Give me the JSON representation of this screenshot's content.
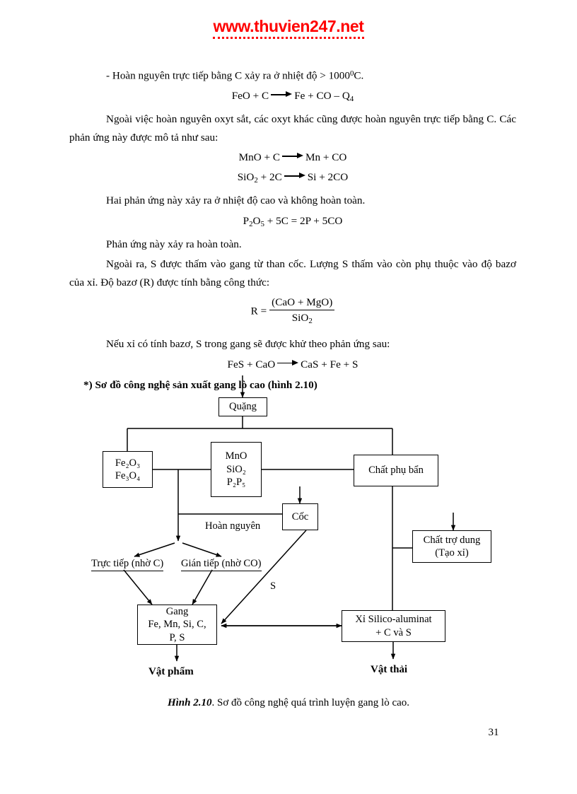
{
  "header": {
    "url": "www.thuvien247.net"
  },
  "body": {
    "line_1": "- Hoàn nguyên trực tiếp bằng C xảy ra ở nhiệt độ > 1000",
    "line_1_sup": "0",
    "line_1_end": "C.",
    "eq_1": {
      "left": "FeO + C",
      "right_a": "Fe + CO – Q",
      "right_sub": "4"
    },
    "para_2": "Ngoài việc hoàn nguyên oxyt sắt, các oxyt khác cũng được hoàn nguyên trực tiếp bằng C. Các phản ứng này được mô tả như sau:",
    "eq_2": {
      "left": "MnO + C",
      "right": "Mn + CO"
    },
    "eq_3": {
      "left_a": "SiO",
      "left_sub": "2",
      "left_b": " + 2C",
      "right": "Si + 2CO"
    },
    "para_3": "Hai phản ứng này xảy ra ở nhiệt độ cao và không hoàn toàn.",
    "eq_4": {
      "a": "P",
      "sub_a": "2",
      "b": "O",
      "sub_b": "5",
      "c": " + 5C = 2P + 5CO"
    },
    "para_4": "Phản ứng này xảy ra hoàn toàn.",
    "para_5": "Ngoài ra, S được thấm vào gang từ than cốc. Lượng S thấm vào còn phụ thuộc vào độ bazơ của xỉ. Độ bazơ (R) được tính bằng công thức:",
    "formula_R": {
      "lhs": "R =",
      "numerator": "(CaO + MgO)",
      "denominator_a": "SiO",
      "denominator_sub": "2"
    },
    "para_6": "Nếu xỉ có tính bazơ, S trong gang sẽ được khử theo phản ứng sau:",
    "eq_5": {
      "left": "FeS + CaO",
      "right": "CaS + Fe + S"
    },
    "section_heading": "*) Sơ đồ công nghệ sản xuất gang lò cao (hình 2.10)"
  },
  "diagram": {
    "boxes": {
      "quang": "Quặng",
      "iron_oxides": [
        "Fe",
        "2",
        "O",
        "3",
        "Fe",
        "3",
        "O",
        "4"
      ],
      "iron_oxides_line1": "Fe₂O₃",
      "iron_oxides_line2": "Fe₃O₄",
      "oxides_line1": "MnO",
      "oxides_line2": "SiO₂",
      "oxides_line3": "P₂P₅",
      "chat_phu_ban": "Chất phụ bẩn",
      "coc": "Cốc",
      "chat_tro_dung_line1": "Chất trợ dung",
      "chat_tro_dung_line2": "(Tạo xỉ)",
      "gang_line1": "Gang",
      "gang_line2": "Fe, Mn, Si, C,",
      "gang_line3": "P, S",
      "xi_line1": "Xỉ Silico-aluminat",
      "xi_line2": "+ C và S"
    },
    "labels": {
      "hoan_nguyen": "Hoàn nguyên",
      "truc_tiep": "Trực tiếp (nhờ C)",
      "gian_tiep": "Gián tiếp (nhờ CO)",
      "sulfur": "S",
      "vat_pham": "Vật phẩm",
      "vat_thai": "Vật thải"
    }
  },
  "caption": {
    "figure_number": "Hình 2.10",
    "text": ". Sơ đồ công nghệ quá trình luyện gang lò cao."
  },
  "footer": {
    "page_number": "31"
  },
  "colors": {
    "header_url": "#ff0000",
    "text": "#000000",
    "background": "#ffffff"
  }
}
